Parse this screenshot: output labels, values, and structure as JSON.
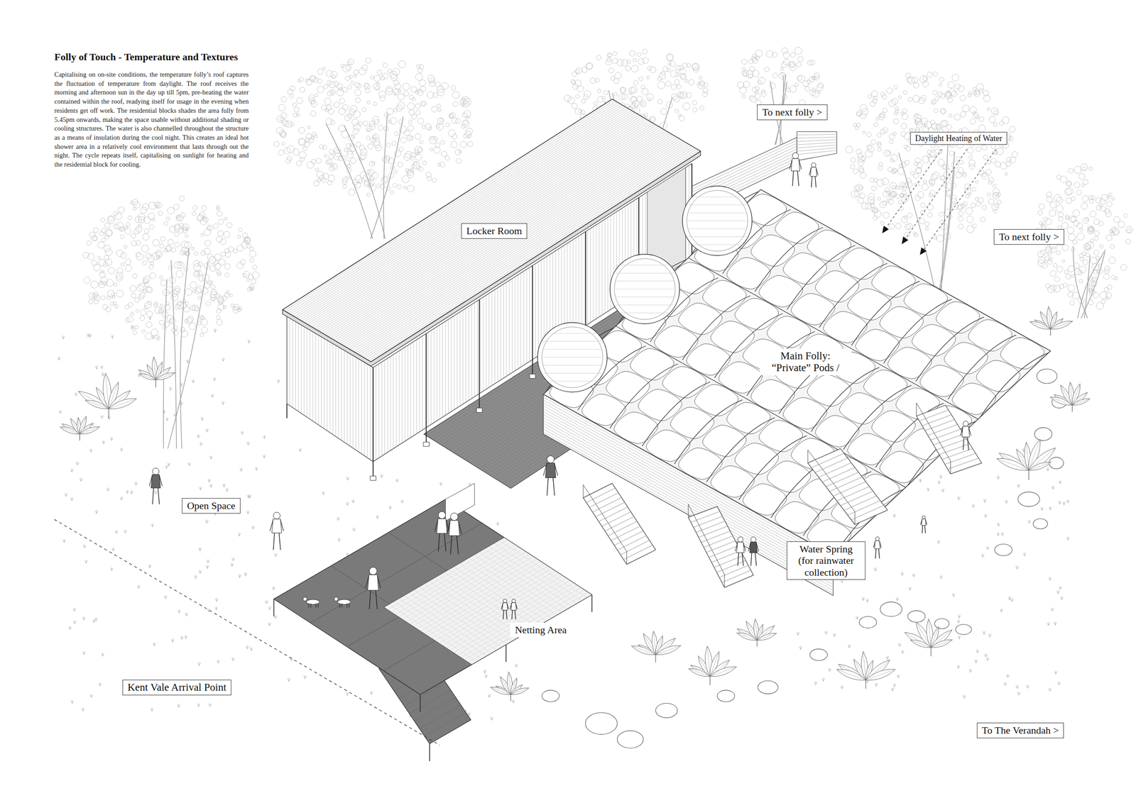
{
  "diagram": {
    "title": "Folly of Touch - Temperature and Textures",
    "nodes": [
      {
        "text": [
          "To next folly >"
        ]
      },
      {
        "text": [
          "Daylight Heating of Water"
        ]
      },
      {
        "text": [
          "Locker Room"
        ]
      },
      {
        "text": [
          "To next folly >"
        ]
      },
      {
        "text": [
          "Main Folly: “Private” Pods /"
        ]
      },
      {
        "text": [
          "Open Space"
        ]
      },
      {
        "text": [
          "Water Spring (for rainwater collection)"
        ]
      },
      {
        "text": [
          "Netting Area"
        ]
      },
      {
        "text": [
          "Kent Vale Arrival Point"
        ]
      },
      {
        "text": [
          "To The Verandah >"
        ]
      }
    ],
    "labels": [
      "Capitalising on on-site conditions, the temperature folly’s roof captures the fluctuation of temperature from daylight. The roof receives the morning and afternoon sun in the day up till 5pm, pre-heating the water contained within the roof, readying itself for usage in the evening when residents get off work. The residential blocks shades the area fully from 5.45pm onwards, making the space usable without additional shading or cooling structures. The water is also channelled throughout the structure as a means of insulation during the cool night. This creates an ideal hot shower area in a relatively cool environment that lasts through out the night. The cycle repeats itself, capitalising on sunlight for heating and the residential block for cooling."
    ]
  }
}
